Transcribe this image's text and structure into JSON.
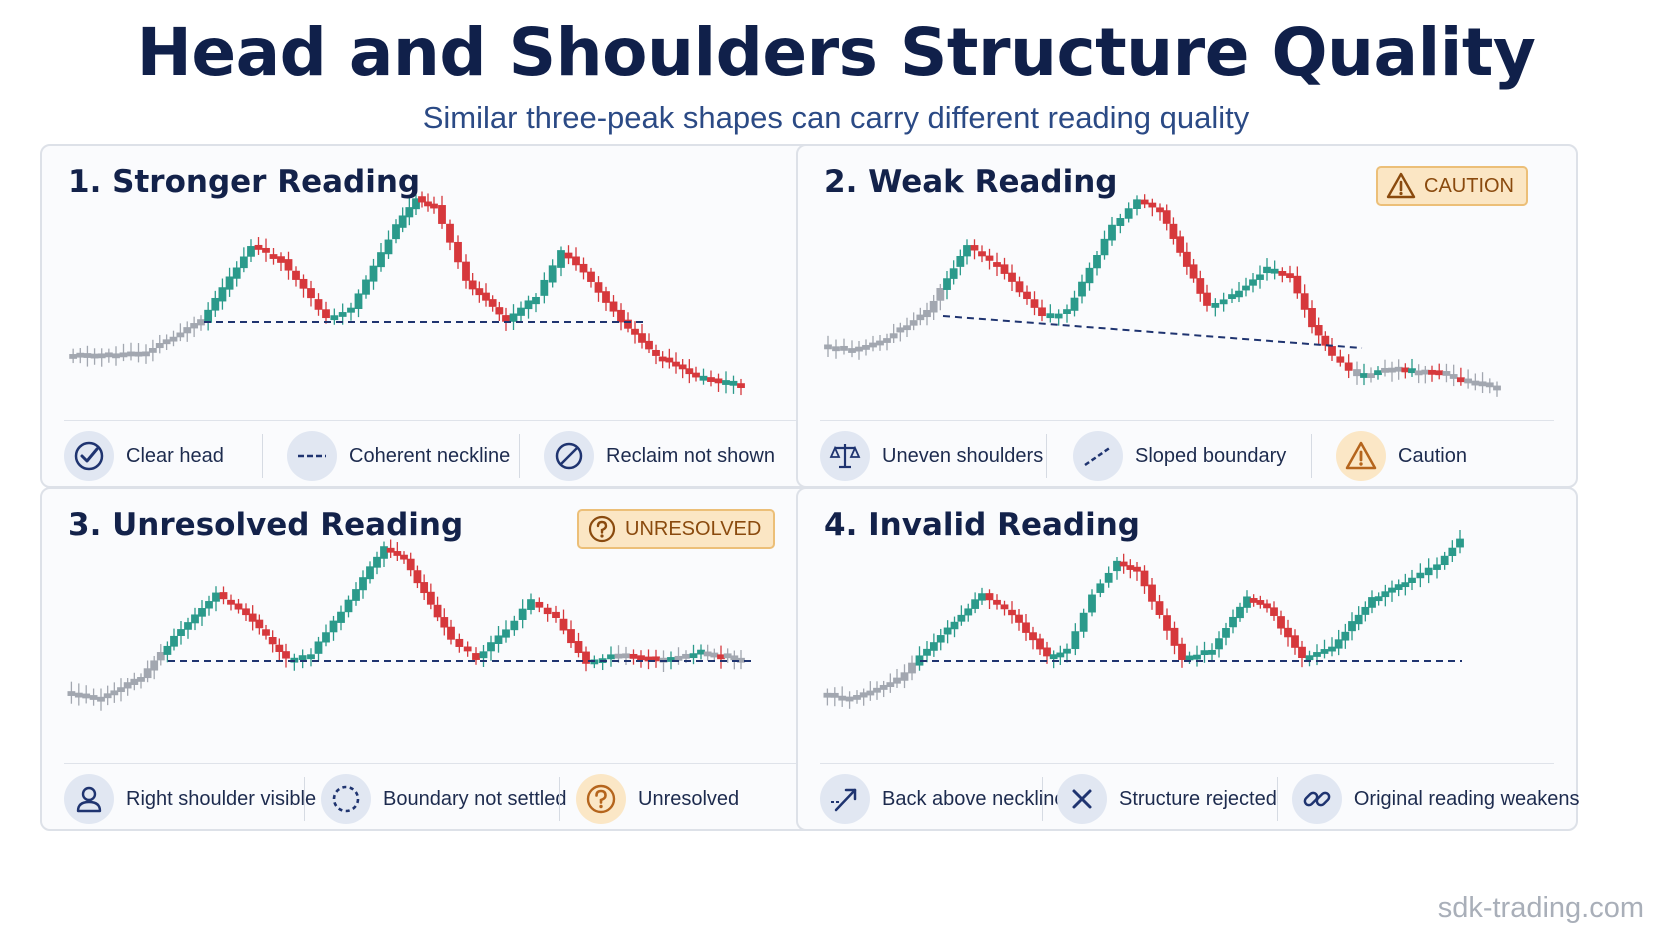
{
  "title": "Head and Shoulders Structure Quality",
  "subtitle": "Similar three-peak shapes can carry different reading quality",
  "watermark": "sdk-trading.com",
  "colors": {
    "bull": "#2b9a8b",
    "bear": "#d6383c",
    "neutral": "#a2a7b0",
    "neckline": "#1f3470",
    "accent": "#c7761f"
  },
  "panels": [
    {
      "title": "1. Stronger Reading",
      "badge": "",
      "legend": [
        {
          "icon": "check-icon",
          "label": "Clear head"
        },
        {
          "icon": "dashed-line-icon",
          "label": "Coherent neckline"
        },
        {
          "icon": "no-entry-icon",
          "label": "Reclaim not shown"
        }
      ]
    },
    {
      "title": "2. Weak Reading",
      "badge": "CAUTION",
      "legend": [
        {
          "icon": "scale-icon",
          "label": "Uneven shoulders"
        },
        {
          "icon": "sloped-line-icon",
          "label": "Sloped boundary"
        },
        {
          "icon": "warning-icon",
          "label": "Caution"
        }
      ]
    },
    {
      "title": "3. Unresolved Reading",
      "badge": "UNRESOLVED",
      "legend": [
        {
          "icon": "person-icon",
          "label": "Right shoulder visible"
        },
        {
          "icon": "dotted-circle-icon",
          "label": "Boundary not settled"
        },
        {
          "icon": "question-icon",
          "label": "Unresolved"
        }
      ]
    },
    {
      "title": "4. Invalid Reading",
      "badge": "",
      "legend": [
        {
          "icon": "arrow-up-icon",
          "label": "Back above neckline"
        },
        {
          "icon": "x-icon",
          "label": "Structure rejected"
        },
        {
          "icon": "broken-link-icon",
          "label": "Original reading weakens"
        }
      ]
    }
  ]
}
